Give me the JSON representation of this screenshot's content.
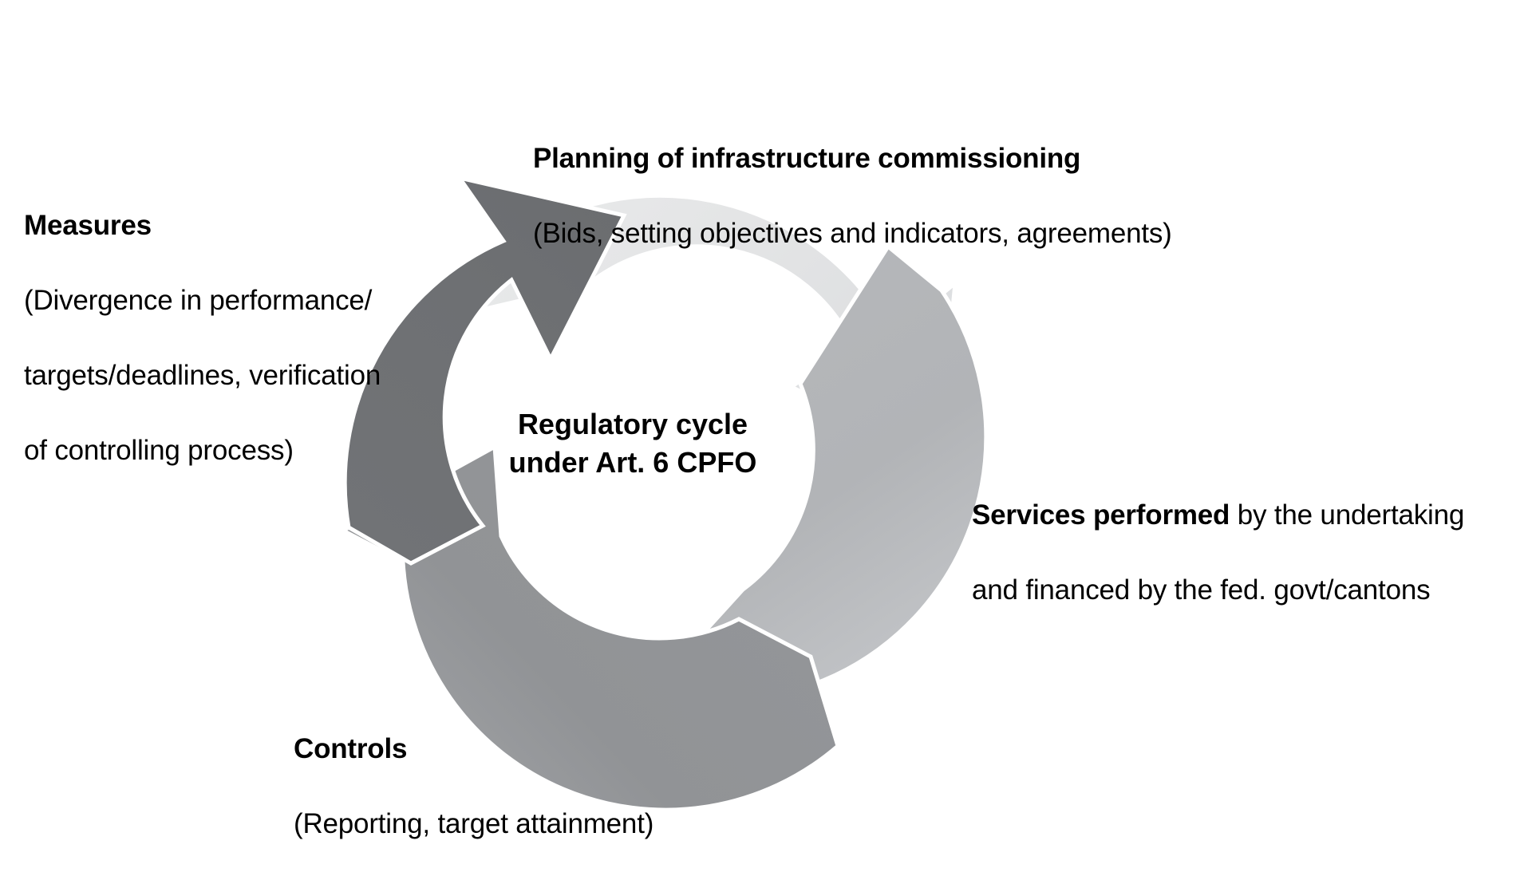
{
  "diagram": {
    "kind": "cycle-diagram",
    "center": {
      "line1": "Regulatory cycle",
      "line2": "under Art. 6 CPFO"
    },
    "background_color": "#ffffff",
    "text_color": "#000000",
    "stages": [
      {
        "id": "planning",
        "position": "top",
        "heading": "Planning of infrastructure commissioning",
        "detail": "(Bids, setting objectives and indicators, agreements)",
        "arrow_color": "#e4e5e6",
        "arrow_color_dark": "#d7d9da",
        "order": 1
      },
      {
        "id": "services",
        "position": "right",
        "heading": "Services performed",
        "detail": " by the undertaking and financed by the fed. govt/cantons",
        "detail_line1": "by the undertaking",
        "detail_line2": "and financed by the fed. govt/cantons",
        "arrow_color": "#b3b5b8",
        "arrow_color_dark": "#a7aaad",
        "order": 2
      },
      {
        "id": "controls",
        "position": "bottom",
        "heading": "Controls",
        "detail": "(Reporting, target attainment)",
        "arrow_color": "#949699",
        "arrow_color_dark": "#8a8d90",
        "order": 3
      },
      {
        "id": "measures",
        "position": "left",
        "heading": "Measures",
        "detail": "(Divergence in performance/ targets/deadlines, verification of controlling process)",
        "detail_line1": "(Divergence in performance/",
        "detail_line2": "targets/deadlines, verification",
        "detail_line3": "of controlling process)",
        "arrow_color": "#6f7174",
        "arrow_color_dark": "#66686b",
        "order": 4
      }
    ]
  }
}
